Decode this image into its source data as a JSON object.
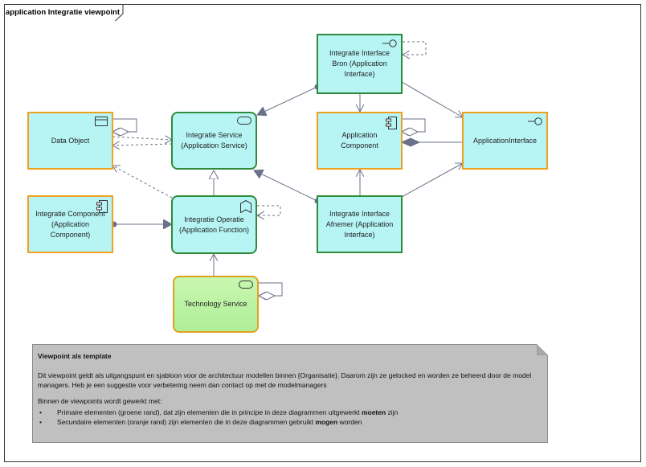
{
  "frame": {
    "title": "application Integratie viewpoint"
  },
  "nodes": {
    "data_object": "Data Object",
    "integratie_service": "Integratie Service\n(Application Service)",
    "integratie_interface_bron": "Integratie Interface\nBron (Application\nInterface)",
    "application_component": "Application Component",
    "application_interface": "ApplicationInterface",
    "integratie_component": "Integratie Component\n(Application Component)",
    "integratie_operatie": "Integratie Operatie\n(Application Function)",
    "integratie_interface_afnemer": "Integratie Interface\nAfnemer (Application\nInterface)",
    "technology_service": "Technology Service"
  },
  "note": {
    "title": "Viewpoint als template",
    "paragraph1": "Dit viewpoint geldt als uitgangspunt en sjabloon voor de architectuur modellen binnen {Organisatie}. Daarom zijn ze gelocked en worden ze beheerd door de model managers. Heb je een suggestie voor verbetering neem dan contact op met de modelmanagers",
    "paragraph2": "Binnen de viewpoints wordt gewerkt met:",
    "bullet1_pre": "Primaire elementen (groene rand), dat zijn elementen die in principe in deze diagrammen uitgewerkt ",
    "bullet1_bold": "moeten",
    "bullet1_post": " zijn",
    "bullet2_pre": "Secundaire elementen (oranje rand) zijn elementen die in deze diagrammen gebruikt ",
    "bullet2_bold": "mogen",
    "bullet2_post": " worden"
  },
  "colors": {
    "primary_border": "#2e8b3a",
    "secondary_border": "#f0a020",
    "fill": "#b7f5f5",
    "tech_fill": "#c8f7b0",
    "note_fill": "#c0c0c0"
  }
}
